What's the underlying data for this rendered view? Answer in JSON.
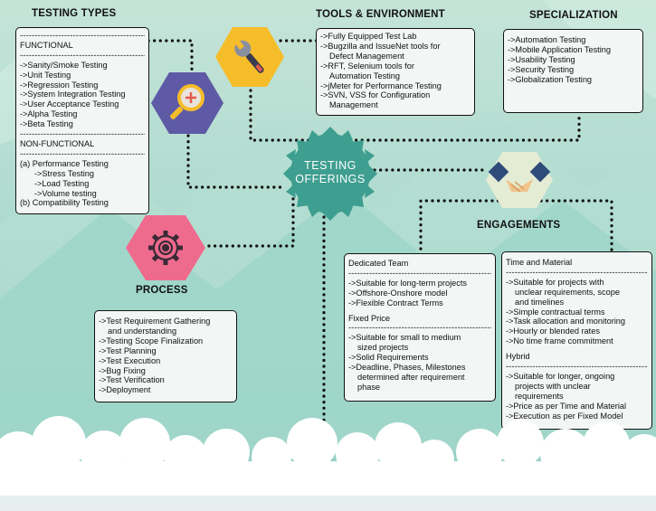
{
  "center": {
    "line1": "TESTING",
    "line2": "OFFERINGS"
  },
  "headings": {
    "testing_types": "TESTING TYPES",
    "tools": "TOOLS & ENVIRONMENT",
    "specialization": "SPECIALIZATION",
    "engagements": "ENGAGEMENTS",
    "process": "PROCESS"
  },
  "testing_types": {
    "functional_label": "FUNCTIONAL",
    "functional_items": [
      "->Sanity/Smoke Testing",
      "->Unit Testing",
      "->Regression Testing",
      "->System Integration Testing",
      "->User Acceptance Testing",
      "->Alpha Testing",
      "->Beta Testing"
    ],
    "nonfunctional_label": "NON-FUNCTIONAL",
    "perf_label": "(a) Performance Testing",
    "perf_items": [
      "->Stress Testing",
      "->Load Testing",
      "->Volume testing"
    ],
    "compat_label": "(b) Compatibility Testing"
  },
  "tools": {
    "items": [
      "->Fully Equipped Test Lab",
      "->Bugzilla and IssueNet tools for",
      "Defect Management",
      "->RFT, Selenium tools for",
      "Automation Testing",
      "->jMeter for Performance Testing",
      "->SVN, VSS for Configuration",
      "Management"
    ]
  },
  "specialization": {
    "items": [
      "->Automation Testing",
      "->Mobile Application Testing",
      "->Usability Testing",
      "->Security Testing",
      "->Globalization Testing"
    ]
  },
  "process": {
    "items": [
      "->Test Requirement Gathering",
      "and understanding",
      "->Testing Scope Finalization",
      "->Test Planning",
      "->Test Execution",
      "->Bug Fixing",
      "->Test Verification",
      "->Deployment"
    ]
  },
  "dedicated": {
    "title": "Dedicated Team",
    "items": [
      "->Suitable for long-term projects",
      "->Offshore-Onshore model",
      "->Flexible Contract Terms"
    ],
    "fixed_title": "Fixed Price",
    "fixed_items": [
      "->Suitable for small to  medium",
      "sized projects",
      "->Solid Requirements",
      "->Deadline, Phases, Milestones",
      "determined after requirement",
      "phase"
    ]
  },
  "tm": {
    "title": "Time and Material",
    "items": [
      "->Suitable for projects with",
      "unclear requirements, scope",
      "and timelines",
      "->Simple contractual terms",
      "->Task allocation and monitoring",
      "->Hourly or blended rates",
      "->No time frame commitment"
    ],
    "hybrid_title": "Hybrid",
    "hybrid_items": [
      "->Suitable for longer, ongoing",
      "projects with unclear",
      "requirements",
      "->Price as per Time and Material",
      "->Execution as per Fixed Model"
    ]
  },
  "dashes": "------------------------------------------------------------",
  "colors": {
    "hub": "#3e9e8f",
    "hexagon_yellow": "#f6bd2a",
    "hexagon_purple": "#5e5aa6",
    "gear_pink": "#ef6b8e",
    "handshake_bg": "#e4ecd4"
  }
}
